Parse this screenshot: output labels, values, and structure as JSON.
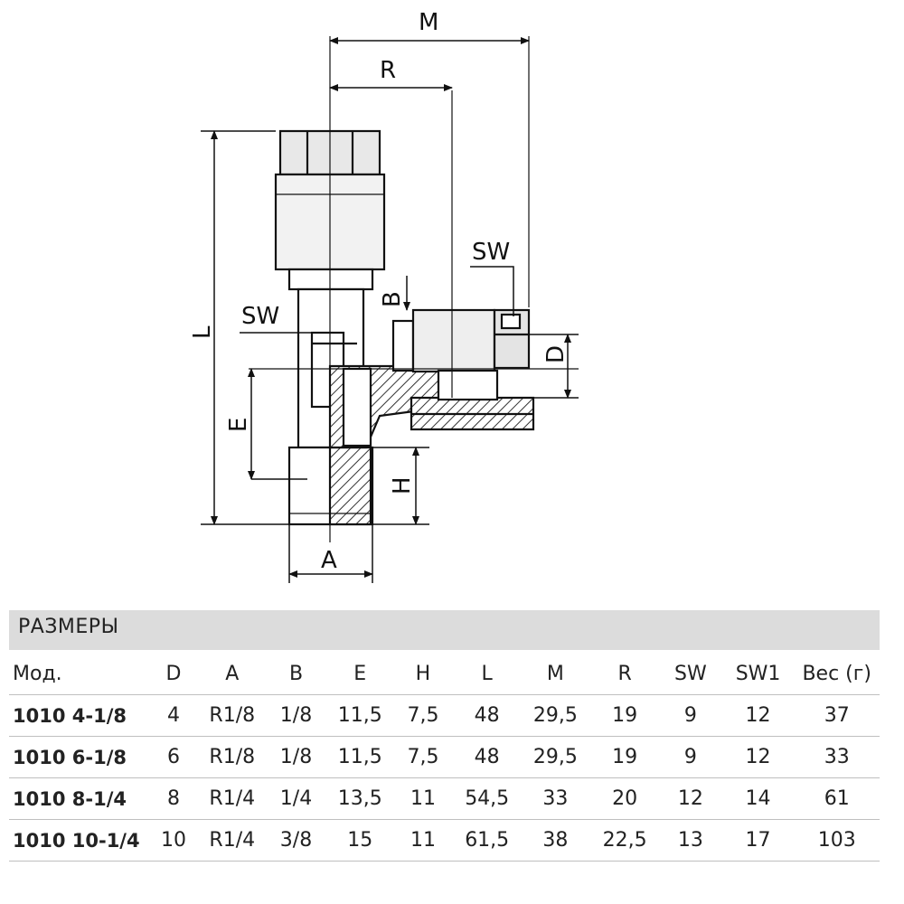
{
  "drawing": {
    "labels": {
      "M": "M",
      "R": "R",
      "SW_right": "SW",
      "SW_left": "SW",
      "B": "B",
      "D": "D",
      "L": "L",
      "E": "E",
      "H": "H",
      "A": "A"
    }
  },
  "table": {
    "title": "РАЗМЕРЫ",
    "headers": [
      "Мод.",
      "D",
      "A",
      "B",
      "E",
      "H",
      "L",
      "M",
      "R",
      "SW",
      "SW1",
      "Вес (г)"
    ],
    "rows": [
      [
        "1010 4-1/8",
        "4",
        "R1/8",
        "1/8",
        "11,5",
        "7,5",
        "48",
        "29,5",
        "19",
        "9",
        "12",
        "37"
      ],
      [
        "1010 6-1/8",
        "6",
        "R1/8",
        "1/8",
        "11,5",
        "7,5",
        "48",
        "29,5",
        "19",
        "9",
        "12",
        "33"
      ],
      [
        "1010 8-1/4",
        "8",
        "R1/4",
        "1/4",
        "13,5",
        "11",
        "54,5",
        "33",
        "20",
        "12",
        "14",
        "61"
      ],
      [
        "1010 10-1/4",
        "10",
        "R1/4",
        "3/8",
        "15",
        "11",
        "61,5",
        "38",
        "22,5",
        "13",
        "17",
        "103"
      ]
    ]
  }
}
